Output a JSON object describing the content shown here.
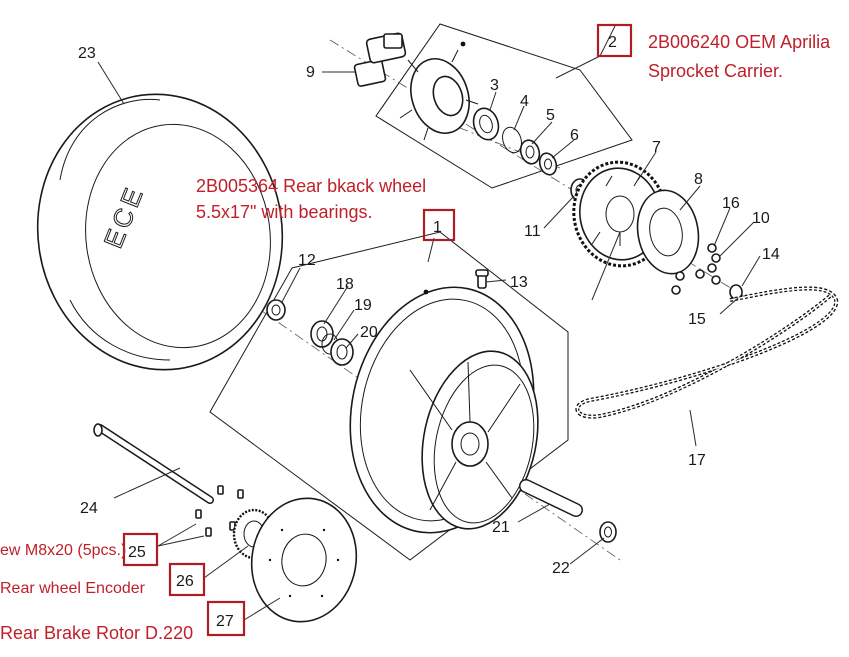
{
  "callouts": {
    "n1": "1",
    "n2": "2",
    "n3": "3",
    "n4": "4",
    "n5": "5",
    "n6": "6",
    "n7": "7",
    "n8": "8",
    "n9": "9",
    "n10": "10",
    "n11": "11",
    "n12": "12",
    "n13": "13",
    "n14": "14",
    "n15": "15",
    "n16": "16",
    "n17": "17",
    "n18": "18",
    "n19": "19",
    "n20": "20",
    "n21": "21",
    "n22": "22",
    "n23": "23",
    "n24": "24",
    "n25": "25",
    "n26": "26",
    "n27": "27"
  },
  "annotations": {
    "sprocket_line1": "2B006240 OEM Aprilia",
    "sprocket_line2": "Sprocket Carrier.",
    "wheel_line1": "2B005364 Rear bkack wheel",
    "wheel_line2": "5.5x17\" with bearings.",
    "screw": "ew M8x20 (5pcs.)",
    "encoder": "Rear wheel Encoder",
    "rotor": "Rear Brake Rotor D.220"
  },
  "tire_marking": "ECE"
}
